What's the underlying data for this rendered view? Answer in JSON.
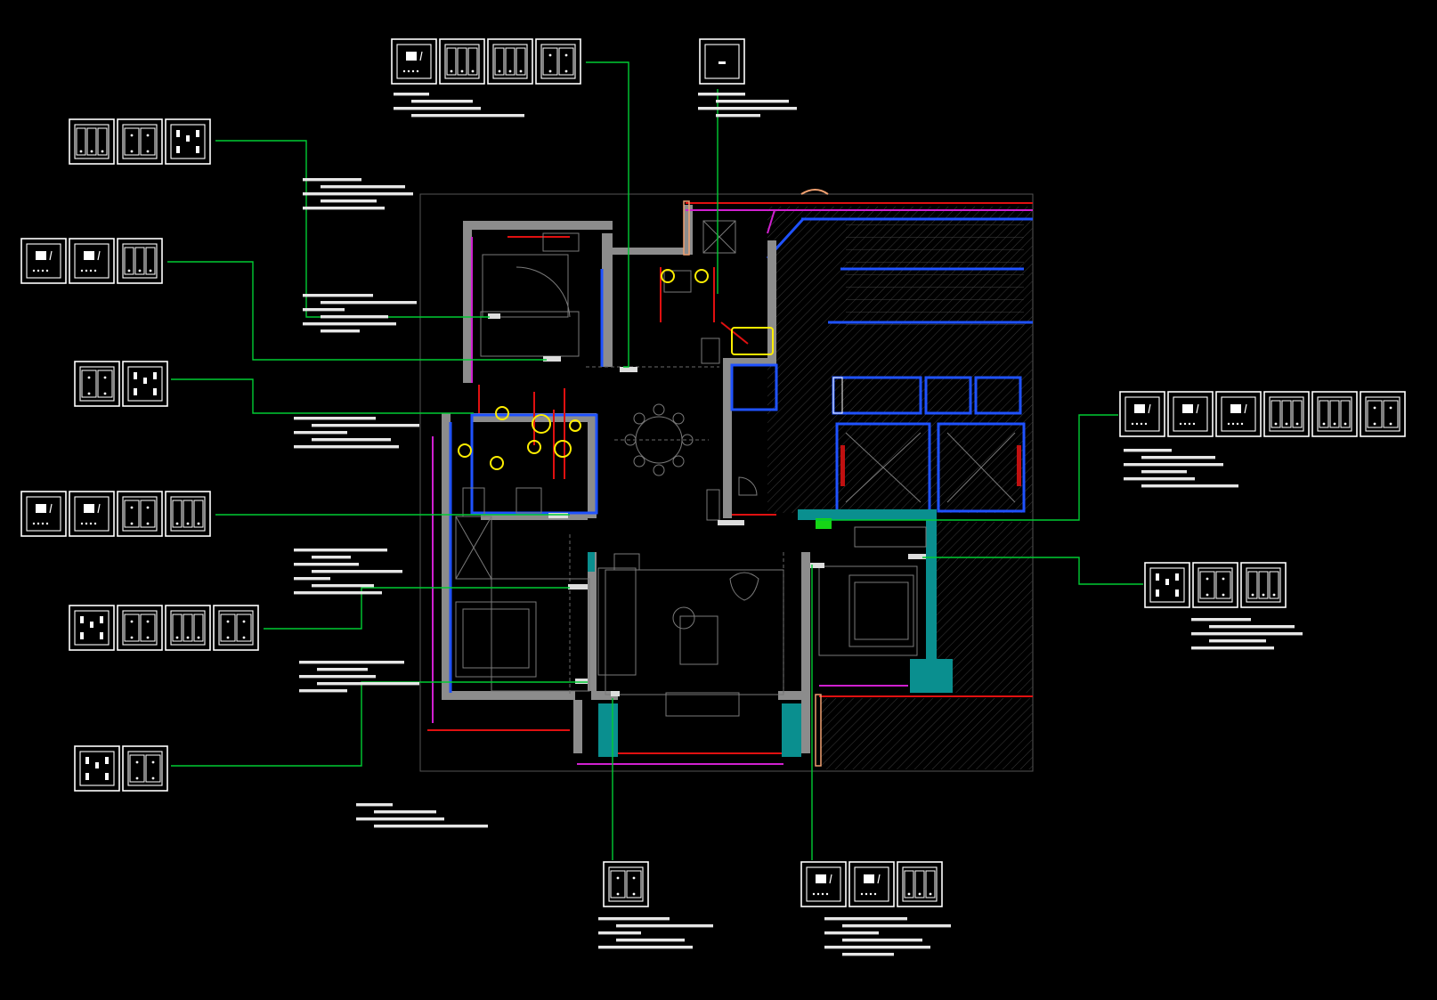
{
  "drawing": {
    "colors": {
      "background": "#000000",
      "leader": "#00cc33",
      "wall_gray": "#8c8c8c",
      "wall_teal": "#0a8f8f",
      "wall_blue": "#1f52ff",
      "pipe_red": "#e01010",
      "trim_magenta": "#d020d0",
      "fixture_yellow": "#ffee00",
      "symbol_white": "#ffffff"
    },
    "legend_groups": [
      {
        "id": "top-center-panel",
        "icons": [
          "switch-single-icon",
          "switch-triple-icon",
          "switch-triple-icon",
          "switch-double-icon"
        ]
      },
      {
        "id": "top-right-panel",
        "icons": [
          "blank-plate-icon"
        ]
      },
      {
        "id": "left-panel-1",
        "icons": [
          "switch-triple-icon",
          "switch-double-icon",
          "socket-five-hole-icon"
        ]
      },
      {
        "id": "left-panel-2",
        "icons": [
          "switch-single-icon",
          "switch-single-icon",
          "switch-triple-icon"
        ]
      },
      {
        "id": "left-panel-3",
        "icons": [
          "switch-double-icon",
          "socket-five-hole-icon"
        ]
      },
      {
        "id": "left-panel-4",
        "icons": [
          "switch-single-icon",
          "switch-single-icon",
          "switch-double-icon",
          "switch-triple-icon"
        ]
      },
      {
        "id": "left-panel-5",
        "icons": [
          "socket-five-hole-icon",
          "switch-double-icon",
          "switch-triple-icon",
          "switch-double-icon"
        ]
      },
      {
        "id": "left-panel-6",
        "icons": [
          "socket-five-hole-icon",
          "switch-double-icon"
        ]
      },
      {
        "id": "right-panel-1",
        "icons": [
          "switch-single-icon",
          "switch-single-icon",
          "switch-single-icon",
          "switch-triple-icon",
          "switch-triple-icon",
          "switch-double-icon"
        ]
      },
      {
        "id": "right-panel-2",
        "icons": [
          "socket-five-hole-icon",
          "switch-double-icon",
          "switch-triple-icon"
        ]
      },
      {
        "id": "bottom-center-panel",
        "icons": [
          "switch-double-icon"
        ]
      },
      {
        "id": "bottom-right-panel",
        "icons": [
          "switch-single-icon",
          "switch-single-icon",
          "switch-triple-icon"
        ]
      }
    ]
  }
}
